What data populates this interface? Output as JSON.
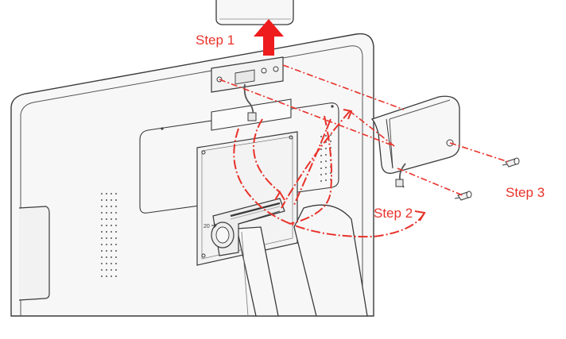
{
  "steps": {
    "step1": "Step 1",
    "step2": "Step 2",
    "step3": "Step 3"
  },
  "bracket_marking": "20",
  "colors": {
    "annotation": "#e8322a",
    "arrow": "#ee1c1c",
    "outline": "#3a3a3a",
    "fill": "#f7f7f7"
  }
}
